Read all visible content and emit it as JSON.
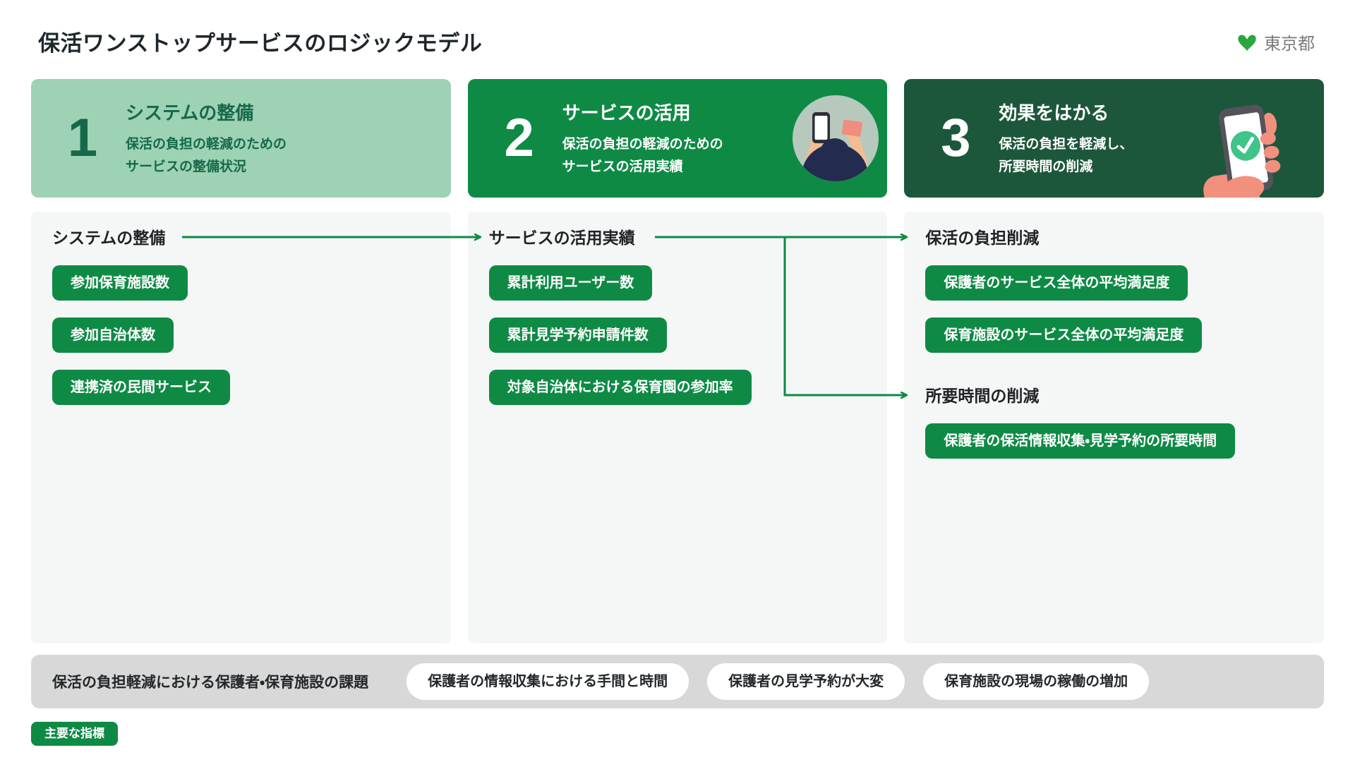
{
  "page": {
    "title": "保活ワンストップサービスのロジックモデル"
  },
  "logo": {
    "label": "東京都"
  },
  "steps": [
    {
      "number": "1",
      "title": "システムの整備",
      "desc1": "保活の負担の軽減のための",
      "desc2": "サービスの整備状況"
    },
    {
      "number": "2",
      "title": "サービスの活用",
      "desc1": "保活の負担の軽減のための",
      "desc2": "サービスの活用実績"
    },
    {
      "number": "3",
      "title": "効果をはかる",
      "desc1": "保活の負担を軽減し、",
      "desc2": "所要時間の削減"
    }
  ],
  "panels": {
    "system": {
      "heading": "システムの整備",
      "pills": [
        "参加保育施設数",
        "参加自治体数",
        "連携済の民間サービス"
      ]
    },
    "usage": {
      "heading": "サービスの活用実績",
      "pills": [
        "累計利用ユーザー数",
        "累計見学予約申請件数",
        "対象自治体における保育園の参加率"
      ]
    },
    "outcome": {
      "heading_burden": "保活の負担削減",
      "pills_burden": [
        "保護者のサービス全体の平均満足度",
        "保育施設のサービス全体の平均満足度"
      ],
      "heading_time": "所要時間の削減",
      "pills_time": [
        "保護者の保活情報収集・見学予約の所要時間"
      ]
    }
  },
  "challenges": {
    "label": "保活の負担軽減における保護者・保育施設の課題",
    "items": [
      "保護者の情報収集における手間と時間",
      "保護者の見学予約が大変",
      "保育施設の現場の稼働の増加"
    ]
  },
  "legend": {
    "label": "主要な指標"
  },
  "colors": {
    "step1_bg": "#9ED2B4",
    "step2_bg": "#0F8A45",
    "step3_bg": "#1D573B",
    "metric_pill": "#0F8A45",
    "arrow": "#0B8A44",
    "panel_bg": "#F5F6F6",
    "challenge_bar_bg": "#D8D8D8",
    "logo_leaf": "#2AA63E"
  }
}
